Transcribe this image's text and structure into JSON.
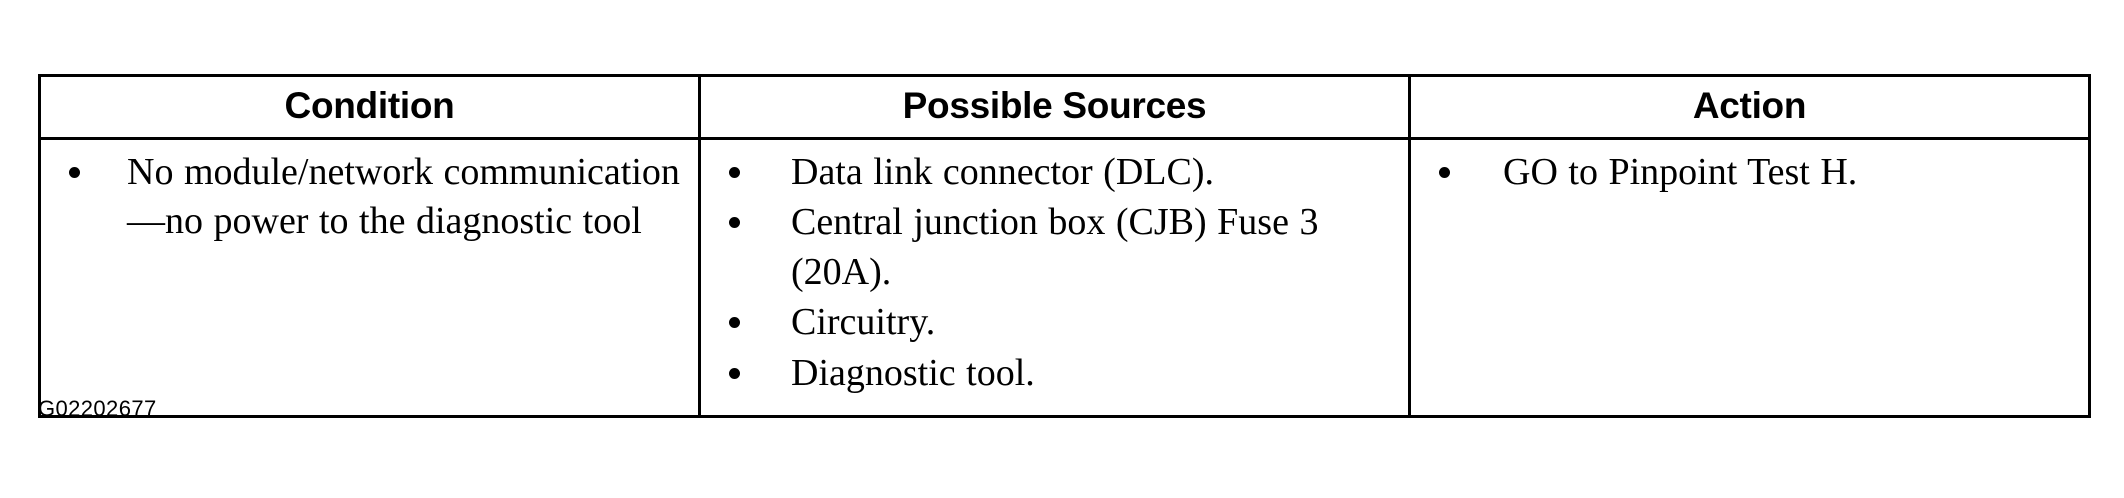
{
  "document": {
    "caption": "G02202677"
  },
  "table": {
    "columns": [
      {
        "key": "condition",
        "header": "Condition"
      },
      {
        "key": "sources",
        "header": "Possible Sources"
      },
      {
        "key": "action",
        "header": "Action"
      }
    ],
    "rows": [
      {
        "condition": [
          "No module/network communication —no power to the diagnostic tool"
        ],
        "sources": [
          "Data link connector (DLC).",
          "Central junction box (CJB) Fuse 3 (20A).",
          "Circuitry.",
          "Diagnostic tool."
        ],
        "action": [
          "GO to Pinpoint Test H."
        ]
      }
    ]
  },
  "style": {
    "border_color": "#000000",
    "background": "#ffffff",
    "text_color": "#000000"
  }
}
